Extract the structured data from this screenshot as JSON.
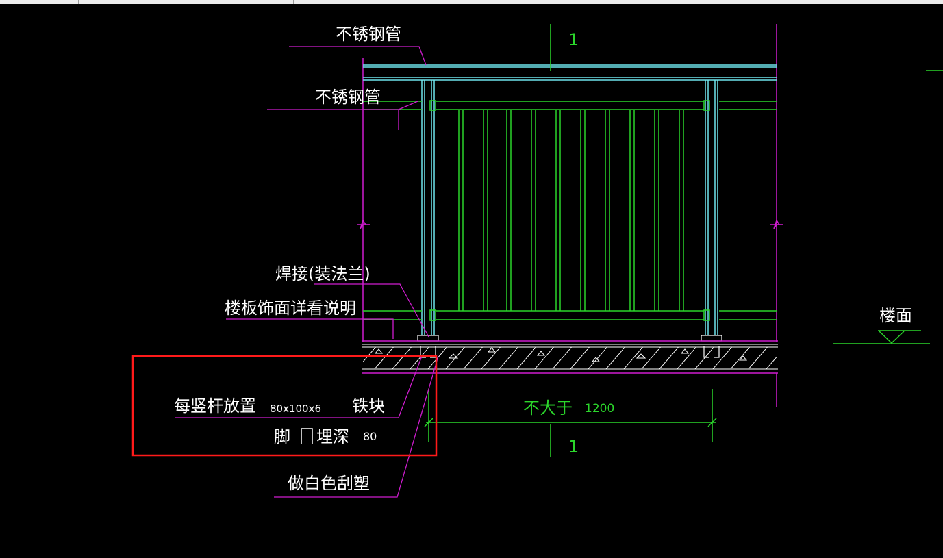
{
  "labels": {
    "top_pipe": "不锈钢管",
    "mid_pipe": "不锈钢管",
    "weld": "焊接(装法兰)",
    "floor_finish": "楼板饰面详看说明",
    "iron_block_a": "每竖杆放置",
    "iron_block_size": "80x100x6",
    "iron_block_b": "铁块",
    "anchor_a": "脚",
    "anchor_b": "埋深",
    "anchor_depth": "80",
    "paint": "做白色刮塑",
    "floor_level": "楼面",
    "max_spacing": "不大于",
    "spacing_value": "1200",
    "section_top": "1",
    "section_bottom": "1"
  },
  "colors": {
    "background": "#000000",
    "green": "#2bd62b",
    "cyan": "#6fe6ee",
    "magenta": "#d01cd0",
    "white": "#ffffff",
    "highlight_red": "#ff1a1a"
  }
}
